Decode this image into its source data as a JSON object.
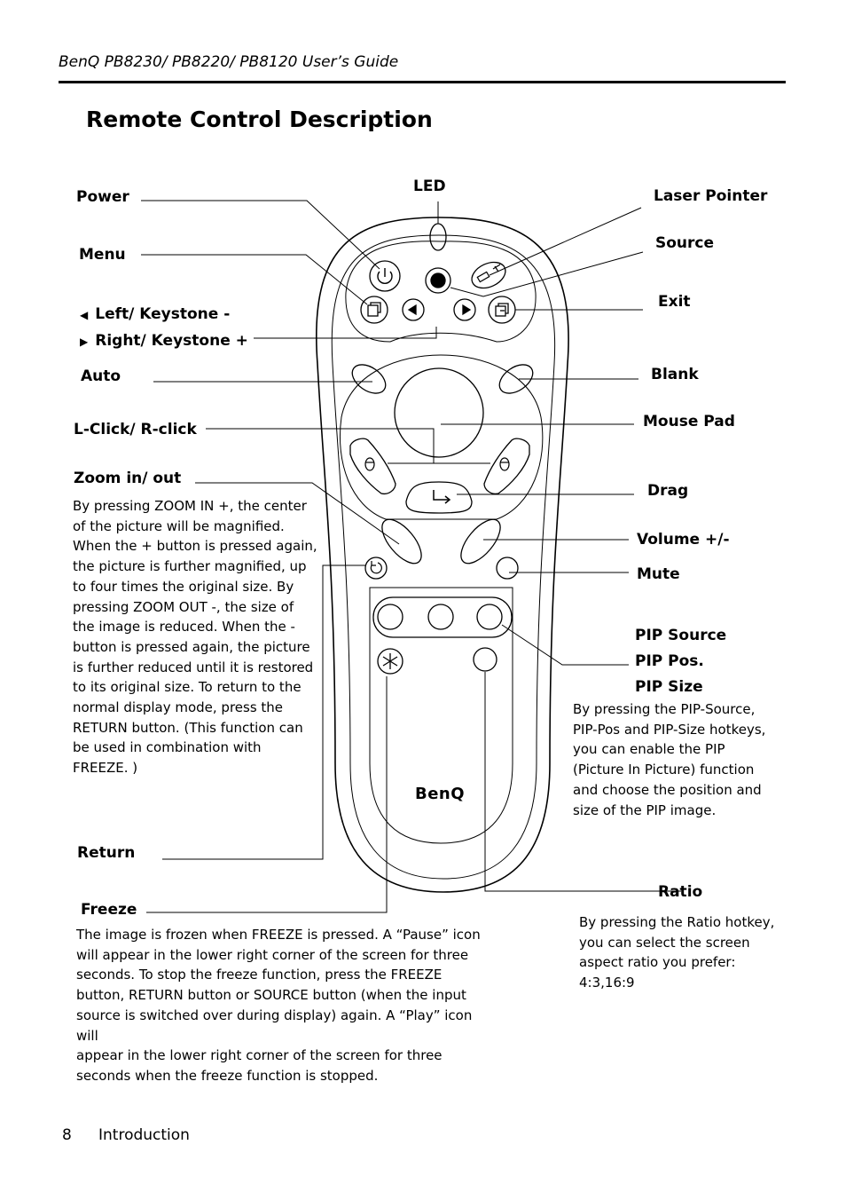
{
  "header": {
    "title": "BenQ PB8230/ PB8220/ PB8120 User’s Guide"
  },
  "section": {
    "title": "Remote Control Description"
  },
  "labels": {
    "power": "Power",
    "led": "LED",
    "laser": "Laser Pointer",
    "source": "Source",
    "menu": "Menu",
    "exit": "Exit",
    "left_keystone": "Left/ Keystone -",
    "right_keystone": "Right/ Keystone +",
    "auto": "Auto",
    "blank": "Blank",
    "mouse_pad": "Mouse Pad",
    "lclick": "L-Click/ R-click",
    "zoom": "Zoom in/ out",
    "drag": "Drag",
    "volume": "Volume +/-",
    "mute": "Mute",
    "pip_source": "PIP Source",
    "pip_pos": "PIP Pos.",
    "pip_size": "PIP Size",
    "return": "Return",
    "freeze": "Freeze",
    "ratio": "Ratio"
  },
  "descriptions": {
    "zoom": [
      "By pressing ZOOM IN +, the center",
      "of the picture will be magnified.",
      "When the + button is pressed again,",
      "the picture is further magnified, up",
      "to four times the original size. By",
      "pressing ZOOM OUT -, the size of",
      "the image is reduced. When the -",
      "button is pressed again, the picture",
      "is further reduced until it is restored",
      "to its original size. To return to the",
      "normal display mode, press the",
      "RETURN button. (This function can",
      "be used in combination with",
      "FREEZE. )"
    ],
    "pip": [
      "By pressing the PIP-Source,",
      "PIP-Pos and PIP-Size hotkeys,",
      "you can enable the PIP",
      "(Picture In Picture) function",
      "and choose the position and",
      "size of the PIP image."
    ],
    "freeze": [
      "The image is frozen when FREEZE is pressed. A “Pause” icon",
      "will appear in the lower right corner of the screen for three",
      "seconds.  To stop the freeze function, press the FREEZE",
      "button, RETURN button or SOURCE button (when the input",
      "source is switched over during display) again. A “Play” icon will",
      "appear in the lower right corner of the screen for three",
      "seconds when the freeze function is stopped."
    ],
    "ratio": [
      "By pressing the Ratio hotkey,",
      "you can select the screen",
      "aspect ratio you prefer:",
      "4:3,16:9"
    ]
  },
  "remote": {
    "brand": "BenQ"
  },
  "icons": [
    "power-icon",
    "menu-icon",
    "exit-icon",
    "left-arrow-icon",
    "right-arrow-icon",
    "laser-icon",
    "mouse-icon",
    "drag-arrow-icon",
    "return-icon",
    "freeze-snowflake-icon"
  ],
  "footer": {
    "page_number": "8",
    "section": "Introduction"
  }
}
